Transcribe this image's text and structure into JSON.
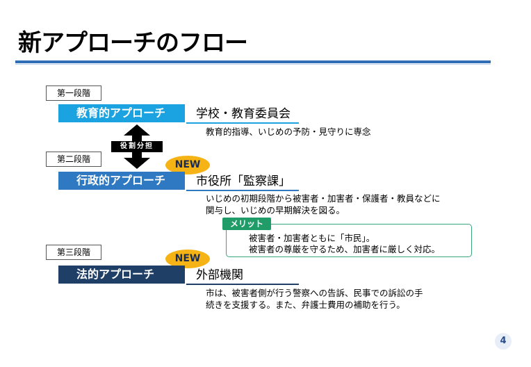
{
  "slide": {
    "title": "新アプローチのフロー",
    "page_number": "4"
  },
  "colors": {
    "title_rule": "#2f6db5",
    "stage1": "#1aa3e0",
    "stage2": "#2f79c2",
    "stage3": "#203f66",
    "new_badge": "#f5b315",
    "merit": "#1f9c68"
  },
  "arrow": {
    "label": "役割分担",
    "icon": "double-vertical-arrow"
  },
  "stages": [
    {
      "stage_label": "第一段階",
      "approach": "教育的アプローチ",
      "organization": "学校・教育委員会",
      "description": [
        "教育的指導、いじめの予防・見守りに専念"
      ]
    },
    {
      "stage_label": "第二段階",
      "approach": "行政的アプローチ",
      "organization": "市役所「監察課」",
      "badge": "NEW",
      "description": [
        "いじめの初期段階から被害者・加害者・保護者・教員などに",
        "関与し、いじめの早期解決を図る。"
      ],
      "merit": {
        "label": "メリット",
        "lines": [
          "被害者・加害者ともに「市民」。",
          "被害者の尊厳を守るため、加害者に厳しく対応。"
        ]
      }
    },
    {
      "stage_label": "第三段階",
      "approach": "法的アプローチ",
      "organization": "外部機関",
      "badge": "NEW",
      "description": [
        "市は、被害者側が行う警察への告訴、民事での訴訟の手",
        "続きを支援する。また、弁護士費用の補助を行う。"
      ]
    }
  ]
}
